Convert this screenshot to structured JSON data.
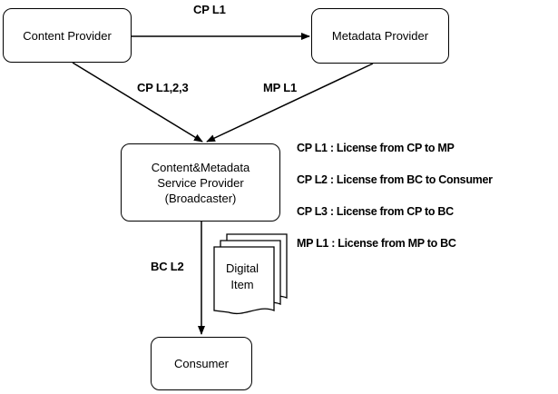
{
  "nodes": {
    "content_provider": "Content Provider",
    "metadata_provider": "Metadata Provider",
    "service_provider": [
      "Content&Metadata",
      "Service Provider",
      "(Broadcaster)"
    ],
    "consumer": "Consumer"
  },
  "edges": {
    "cp_to_mp": "CP L1",
    "cp_to_bc": "CP L1,2,3",
    "mp_to_bc": "MP L1",
    "bc_to_consumer": "BC L2"
  },
  "document": [
    "Digital",
    "Item"
  ],
  "legend": [
    "CP L1 : License from CP to MP",
    "CP L2 : License from BC to Consumer",
    "CP L3 : License from CP to BC",
    "MP L1 : License from MP to BC"
  ]
}
